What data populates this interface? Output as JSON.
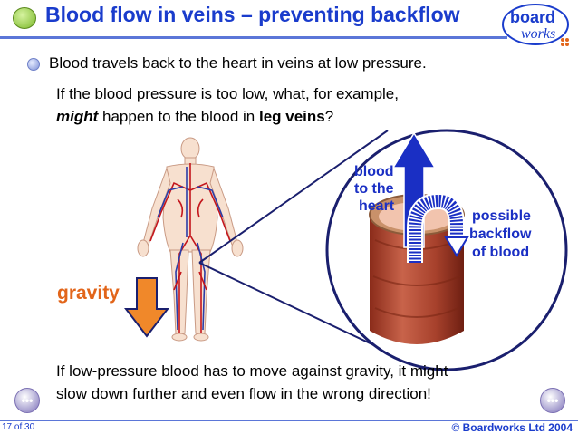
{
  "title": "Blood flow in veins – preventing backflow",
  "logo": {
    "line1": "board",
    "line2": "works"
  },
  "bullet": "Blood travels back to the heart in veins at low pressure.",
  "question": {
    "line1": "If the blood pressure is too low, what, for example,",
    "might": "might",
    "mid": " happen to the blood in ",
    "leg_veins": "leg veins",
    "end": "?"
  },
  "labels": {
    "blood1": "blood",
    "blood2": "to the",
    "blood3": "heart",
    "backflow1": "possible",
    "backflow2": "backflow",
    "backflow3": "of blood",
    "gravity": "gravity"
  },
  "bottom": {
    "line1": "If low-pressure blood has to move against gravity, it might",
    "line2": "slow down further and even flow in the wrong direction!"
  },
  "footer": {
    "page": "17 of 30",
    "copyright": "© Boardworks Ltd 2004"
  },
  "colors": {
    "title": "#1a3ccc",
    "accent_orange": "#e2651a",
    "arrow_blue": "#1a2fc4"
  }
}
